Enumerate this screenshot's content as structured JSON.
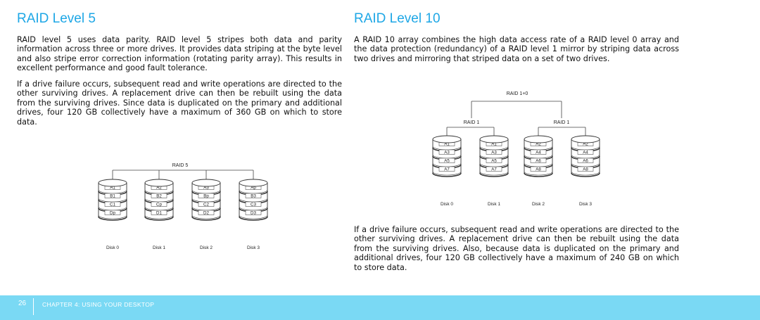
{
  "left": {
    "heading": "RAID Level 5",
    "para1": "RAID level 5 uses data parity. RAID level 5 stripes both data and parity information across three or more drives. It provides data striping at the byte level and also stripe error correction information (rotating parity array). This results in excellent performance and good fault tolerance.",
    "para2": "If a drive failure occurs, subsequent read and write operations are directed to the other surviving drives. A replacement drive can then be rebuilt using the data from the surviving drives. Since data is duplicated on the primary and additional drives, four 120 GB collectively have a maximum of 360 GB on which to store data.",
    "diagram": {
      "title": "RAID 5",
      "disks": [
        {
          "label": "Disk 0",
          "blocks": [
            "A1",
            "B1",
            "C1",
            "Dp"
          ]
        },
        {
          "label": "Disk 1",
          "blocks": [
            "A2",
            "B2",
            "Cp",
            "D1"
          ]
        },
        {
          "label": "Disk 2",
          "blocks": [
            "A3",
            "Bp",
            "C2",
            "D2"
          ]
        },
        {
          "label": "Disk 3",
          "blocks": [
            "Ap",
            "B3",
            "C3",
            "D3"
          ]
        }
      ]
    }
  },
  "right": {
    "heading": "RAID Level 10",
    "para1": "A RAID 10 array combines the high data access rate of a RAID level 0 array and the data protection (redundancy) of a RAID level 1 mirror by striping data across two drives and mirroring that striped data on a set of two drives.",
    "para2": "If a drive failure occurs, subsequent read and write operations are directed to the other surviving drives. A replacement drive can then be rebuilt using the data from the surviving drives. Also, because data is duplicated on the primary and additional drives, four 120 GB collectively have a maximum of 240 GB on which to store data.",
    "diagram": {
      "title": "RAID 1+0",
      "groups": [
        "RAID 1",
        "RAID 1"
      ],
      "disks": [
        {
          "label": "Disk 0",
          "blocks": [
            "A1",
            "A3",
            "A5",
            "A7"
          ]
        },
        {
          "label": "Disk 1",
          "blocks": [
            "A1",
            "A3",
            "A5",
            "A7"
          ]
        },
        {
          "label": "Disk 2",
          "blocks": [
            "A2",
            "A4",
            "A6",
            "A8"
          ]
        },
        {
          "label": "Disk 3",
          "blocks": [
            "A2",
            "A4",
            "A6",
            "A8"
          ]
        }
      ]
    }
  },
  "footer": {
    "page_number": "26",
    "chapter": "CHAPTER 4: USING YOUR DESKTOP"
  }
}
